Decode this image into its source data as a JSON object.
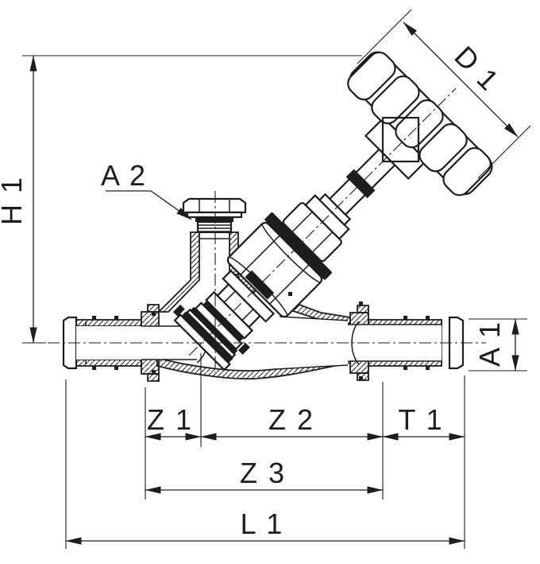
{
  "drawing": {
    "background": "#ffffff",
    "line_color": "#1d1d1b",
    "dimensions": {
      "h1": {
        "label": "H 1"
      },
      "d1": {
        "label": "D 1"
      },
      "a2": {
        "label": "A 2"
      },
      "a1": {
        "label": "A 1"
      },
      "z1": {
        "label": "Z 1"
      },
      "z2": {
        "label": "Z 2"
      },
      "t1": {
        "label": "T 1"
      },
      "z3": {
        "label": "Z 3"
      },
      "l1": {
        "label": "L 1"
      }
    }
  }
}
